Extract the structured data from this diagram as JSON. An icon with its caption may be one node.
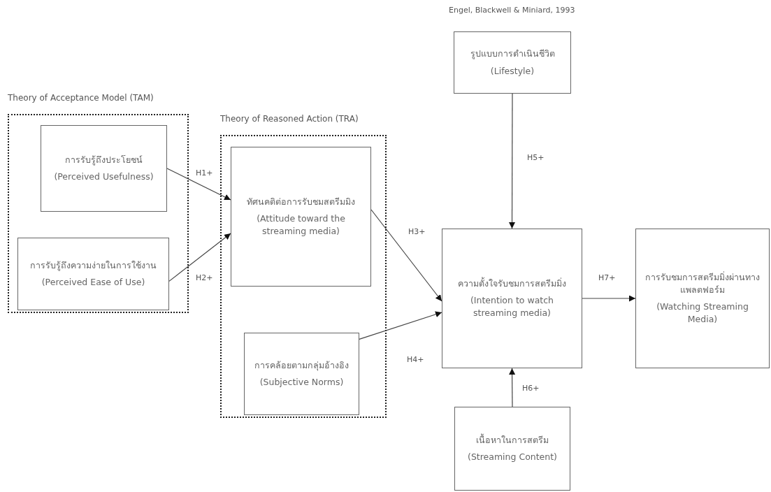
{
  "diagram": {
    "nodes": [
      {
        "text": [
          "Theory of Acceptance Model (TAM)"
        ]
      },
      {
        "text": [
          "การรับรู้ถึงประโยชน์",
          "(Perceived Usefulness)"
        ],
        "in": 0
      },
      {
        "text": [
          "การรับรู้ถึงความง่ายในการใช้งาน",
          "(Perceived Ease of Use)"
        ],
        "in": 0
      },
      {
        "text": [
          "Theory of Reasoned Action (TRA)"
        ]
      },
      {
        "text": [
          "ทัศนคติต่อการรับชมสตรีมมิง",
          "(Attitude toward the streaming media)"
        ],
        "in": 3
      },
      {
        "text": [
          "การคล้อยตามกลุ่มอ้างอิง",
          "(Subjective Norms)"
        ],
        "in": 3
      },
      {
        "text": [
          "รูปแบบการดำเนินชีวิต",
          "(Lifestyle)"
        ],
        "beside": [
          "Engel, Blackwell & Miniard, 1993"
        ]
      },
      {
        "text": [
          "ความตั้งใจรับชมการสตรีมมิ่ง",
          "(Intention to watch streaming media)"
        ]
      },
      {
        "text": [
          "การรับชมการสตรีมมิ่งผ่านทางแพลตฟอร์ม",
          "(Watching Streaming Media)"
        ]
      },
      {
        "text": [
          "เนื้อหาในการสตรีม",
          "(Streaming Content)"
        ]
      }
    ],
    "edges": [
      {
        "from": 1,
        "to": 4,
        "arrow": "to",
        "label": "H1+"
      },
      {
        "from": 2,
        "to": 4,
        "arrow": "to",
        "label": "H2+"
      },
      {
        "from": 4,
        "to": 7,
        "arrow": "to",
        "label": "H3+"
      },
      {
        "from": 5,
        "to": 7,
        "arrow": "to",
        "label": "H4+"
      },
      {
        "from": 6,
        "to": 7,
        "arrow": "to",
        "label": "H5+"
      },
      {
        "from": 9,
        "to": 7,
        "arrow": "to",
        "label": "H6+"
      },
      {
        "from": 7,
        "to": 8,
        "arrow": "to",
        "label": "H7+"
      }
    ]
  }
}
